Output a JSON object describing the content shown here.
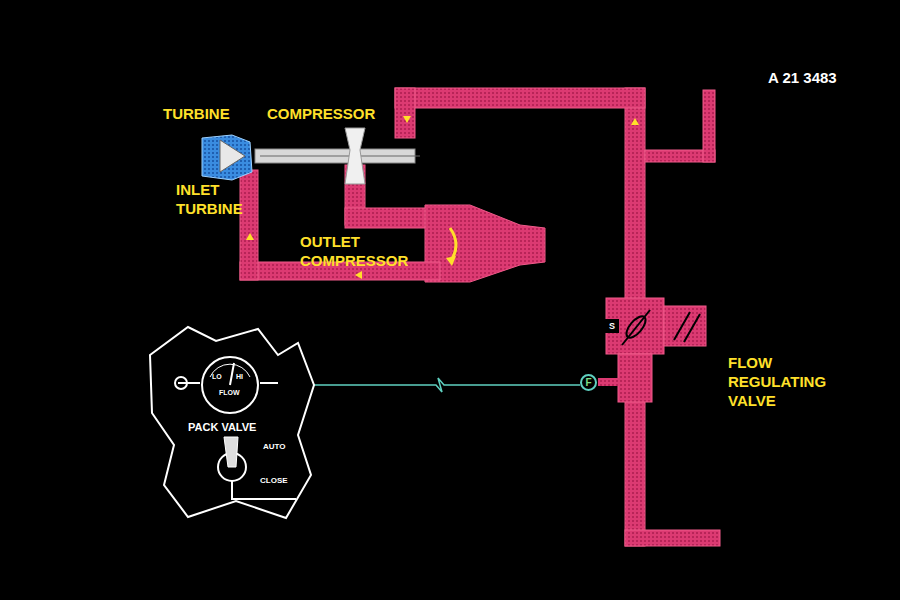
{
  "diagram": {
    "nodes": [
      {
        "text": [
          "PACK VALVE",
          "AUTO",
          "CLOSE"
        ]
      },
      {
        "text": [
          "LO",
          "HI",
          "FLOW"
        ],
        "in": 0
      },
      {
        "text": [
          "F"
        ]
      }
    ],
    "edges": [
      {
        "from": 2,
        "to": 1,
        "arrow": "to"
      }
    ],
    "labels": [
      "A 21 3483",
      "TURBINE",
      "COMPRESSOR",
      "INLET TURBINE",
      "OUTLET COMPRESSOR",
      "FLOW REGULATING VALVE",
      "S"
    ]
  }
}
